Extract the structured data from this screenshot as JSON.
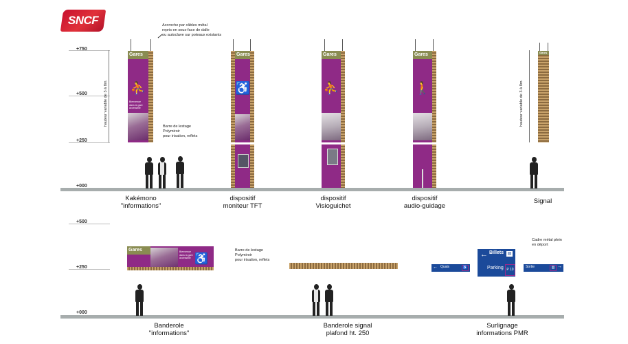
{
  "logo": {
    "text": "SNCF",
    "color": "#d0102e"
  },
  "levels_top": [
    "+750",
    "+500",
    "+250",
    "+000"
  ],
  "levels_bottom": [
    "+500",
    "+250",
    "+000"
  ],
  "notes": {
    "cable": [
      "Accroche par câbles métal",
      "repris en sous-face de dalle",
      "ou autoclave sur poteaux existants"
    ],
    "height_left": "hauteur variable de 3 à 8m.",
    "height_right": "hauteur variable de 3 à 8m.",
    "bar_top": [
      "Barre de lestage",
      "Polymiroir",
      "pour irisation, reflets"
    ],
    "bar_bottom": [
      "Barre de lestage",
      "Polymiroir",
      "pour irisation, reflets"
    ],
    "frame": [
      "Cadre métal plein",
      "en déport"
    ]
  },
  "panel_text": {
    "brand": "Gares",
    "tagline": [
      "Bienvenue",
      "dans la gare",
      "accessible"
    ]
  },
  "captions_top": [
    [
      "Kakémono",
      "\"informations\""
    ],
    [
      "dispositif",
      "moniteur TFT"
    ],
    [
      "dispositif",
      "Visioguichet"
    ],
    [
      "dispositif",
      "audio-guidage"
    ],
    [
      "Signal"
    ]
  ],
  "captions_bottom": [
    [
      "Banderole",
      "\"informations\""
    ],
    [
      "Banderole signal",
      "plafond ht. 250"
    ],
    [
      "Surlignage",
      "informations PMR"
    ]
  ],
  "signs": {
    "small_left": "Quais",
    "small_right": "Sortie",
    "billets": "Billets",
    "parking": "Parking",
    "parking_code": "P 10"
  },
  "colors": {
    "purple": "#8f2a86",
    "brand_green": "#8a8c52",
    "sign_blue": "#1b4a9a",
    "floor": "#a7adad"
  }
}
